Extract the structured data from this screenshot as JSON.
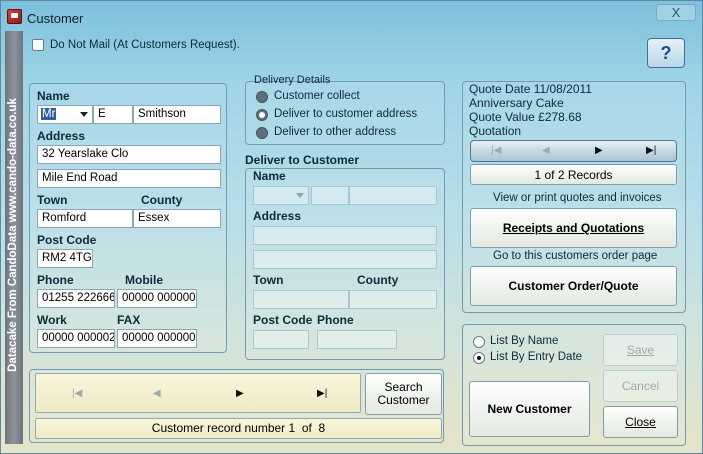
{
  "window": {
    "title": "Customer",
    "close_glyph": "X"
  },
  "sidebar_text": "Datacake From CandoData www.cando-data.co.uk",
  "do_not_mail": {
    "label": "Do Not Mail (At Customers Request).",
    "checked": false
  },
  "help_label": "?",
  "customer": {
    "name_label": "Name",
    "title_value": "Mr",
    "initial": "E",
    "surname": "Smithson",
    "address_label": "Address",
    "address1": "32 Yearslake Clo",
    "address2": "Mile End Road",
    "town_label": "Town",
    "county_label": "County",
    "town": "Romford",
    "county": "Essex",
    "postcode_label": "Post Code",
    "postcode": "RM2 4TG",
    "phone_label": "Phone",
    "mobile_label": "Mobile",
    "phone": "01255 222666",
    "mobile": "00000 000000",
    "work_label": "Work",
    "fax_label": "FAX",
    "work": "00000 000002",
    "fax": "00000 000000"
  },
  "delivery": {
    "group_label": "Delivery Details",
    "options": [
      {
        "label": "Customer collect",
        "selected": false
      },
      {
        "label": "Deliver to customer address",
        "selected": true
      },
      {
        "label": "Deliver to other address",
        "selected": false
      }
    ],
    "deliver_to_label": "Deliver to Customer",
    "name_label": "Name",
    "address_label": "Address",
    "town_label": "Town",
    "county_label": "County",
    "postcode_label": "Post Code",
    "phone_label": "Phone"
  },
  "quote": {
    "date": "Quote Date 11/08/2011",
    "description": "Anniversary Cake",
    "value": "Quote Value £278.68",
    "type": "Quotation",
    "records": "1 of 2 Records",
    "view_print_text": "View or print quotes and invoices",
    "receipts_button": "Receipts and Quotations",
    "goto_order_text": "Go to this customers order page",
    "order_button": "Customer Order/Quote"
  },
  "list_options": [
    {
      "label": "List By Name",
      "selected": false
    },
    {
      "label": "List By Entry Date",
      "selected": true
    }
  ],
  "buttons": {
    "save": "Save",
    "cancel": "Cancel",
    "close": "Close",
    "new_customer": "New Customer",
    "search_customer": "Search Customer"
  },
  "record_status": "Customer record number 1  of  8"
}
